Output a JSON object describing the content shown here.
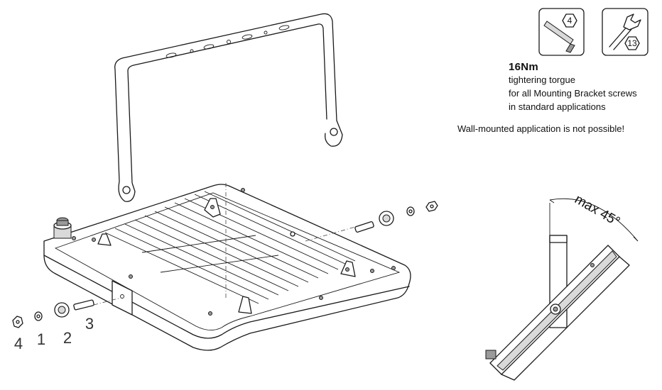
{
  "tools": {
    "hex_key_size": "4",
    "wrench_size": "13"
  },
  "torque": {
    "value": "16Nm",
    "lines": [
      "tightering torgue",
      "for all Mounting Bracket screws",
      "in standard applications"
    ]
  },
  "warning": "Wall-mounted application is not possible!",
  "angle_label": "max 45°",
  "parts": {
    "numbers": [
      "4",
      "1",
      "2",
      "3"
    ]
  }
}
